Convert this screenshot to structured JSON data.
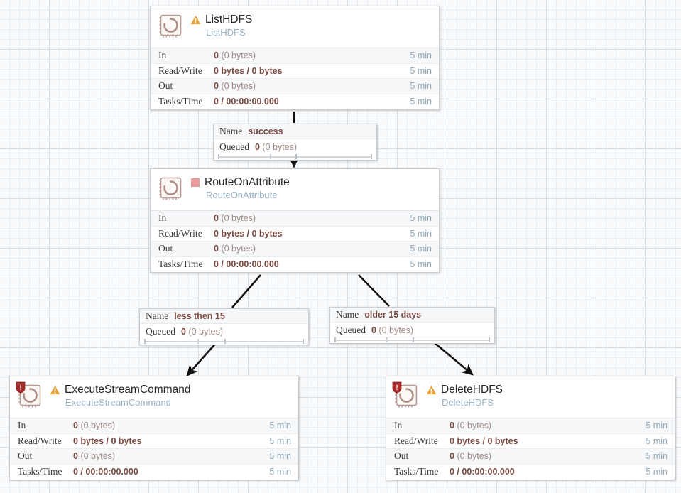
{
  "canvas": {
    "grid_color": "#d6dee5",
    "background_color": "#f9fafb"
  },
  "processors": [
    {
      "id": "listhdfs",
      "name": "ListHDFS",
      "type": "ListHDFS",
      "status_icon": "warning-triangle-icon",
      "has_shield_badge": false,
      "icon": "processor-icon",
      "stats": [
        {
          "label": "In",
          "value": "0",
          "detail": "(0 bytes)",
          "time": "5 min"
        },
        {
          "label": "Read/Write",
          "value": "0 bytes / 0 bytes",
          "detail": "",
          "time": "5 min"
        },
        {
          "label": "Out",
          "value": "0",
          "detail": "(0 bytes)",
          "time": "5 min"
        },
        {
          "label": "Tasks/Time",
          "value": "0 / 00:00:00.000",
          "detail": "",
          "time": "5 min"
        }
      ]
    },
    {
      "id": "routeonattribute",
      "name": "RouteOnAttribute",
      "type": "RouteOnAttribute",
      "status_icon": "stopped-square-icon",
      "has_shield_badge": false,
      "icon": "processor-icon",
      "stats": [
        {
          "label": "In",
          "value": "0",
          "detail": "(0 bytes)",
          "time": "5 min"
        },
        {
          "label": "Read/Write",
          "value": "0 bytes / 0 bytes",
          "detail": "",
          "time": "5 min"
        },
        {
          "label": "Out",
          "value": "0",
          "detail": "(0 bytes)",
          "time": "5 min"
        },
        {
          "label": "Tasks/Time",
          "value": "0 / 00:00:00.000",
          "detail": "",
          "time": "5 min"
        }
      ]
    },
    {
      "id": "executestreamcommand",
      "name": "ExecuteStreamCommand",
      "type": "ExecuteStreamCommand",
      "status_icon": "warning-triangle-icon",
      "has_shield_badge": true,
      "icon": "processor-icon",
      "stats": [
        {
          "label": "In",
          "value": "0",
          "detail": "(0 bytes)",
          "time": "5 min"
        },
        {
          "label": "Read/Write",
          "value": "0 bytes / 0 bytes",
          "detail": "",
          "time": "5 min"
        },
        {
          "label": "Out",
          "value": "0",
          "detail": "(0 bytes)",
          "time": "5 min"
        },
        {
          "label": "Tasks/Time",
          "value": "0 / 00:00:00.000",
          "detail": "",
          "time": "5 min"
        }
      ]
    },
    {
      "id": "deletehdfs",
      "name": "DeleteHDFS",
      "type": "DeleteHDFS",
      "status_icon": "warning-triangle-icon",
      "has_shield_badge": true,
      "icon": "processor-icon",
      "stats": [
        {
          "label": "In",
          "value": "0",
          "detail": "(0 bytes)",
          "time": "5 min"
        },
        {
          "label": "Read/Write",
          "value": "0 bytes / 0 bytes",
          "detail": "",
          "time": "5 min"
        },
        {
          "label": "Out",
          "value": "0",
          "detail": "(0 bytes)",
          "time": "5 min"
        },
        {
          "label": "Tasks/Time",
          "value": "0 / 00:00:00.000",
          "detail": "",
          "time": "5 min"
        }
      ]
    }
  ],
  "connections": [
    {
      "id": "success",
      "name_key": "Name",
      "name_value": "success",
      "queued_key": "Queued",
      "queued_value": "0",
      "queued_detail": "(0 bytes)"
    },
    {
      "id": "less-then-15",
      "name_key": "Name",
      "name_value": "less then 15",
      "queued_key": "Queued",
      "queued_value": "0",
      "queued_detail": "(0 bytes)"
    },
    {
      "id": "older-15-days",
      "name_key": "Name",
      "name_value": "older 15 days",
      "queued_key": "Queued",
      "queued_value": "0",
      "queued_detail": "(0 bytes)"
    }
  ],
  "colors": {
    "warning": "#e8a33d",
    "stopped": "#e79b9b",
    "stat_value": "#7b4a41",
    "stat_time": "#8fa8b8",
    "proc_type": "#96b3c4",
    "shield": "#b03030"
  }
}
